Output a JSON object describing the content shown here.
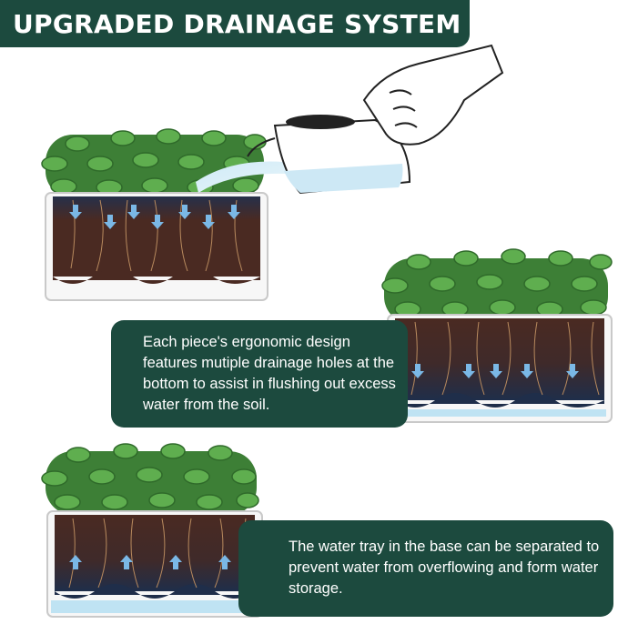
{
  "header": {
    "title": "UPGRADED DRAINAGE SYSTEM"
  },
  "panels": [
    {
      "text": "Each piece's ergonomic design features mutiple drainage holes at the bottom to assist in flushing out excess water from the soil."
    },
    {
      "text": "The water tray in the base can be separated to prevent water from overflowing and form water storage."
    }
  ],
  "colors": {
    "accent": "#1c4a3e",
    "soil": "#4a2a22",
    "leaf": "#4f9a43",
    "water": "#bfe3f3"
  },
  "icons": [
    "watering-can-icon",
    "hand-icon",
    "drainage-arrow-icon",
    "leaf-icon"
  ]
}
